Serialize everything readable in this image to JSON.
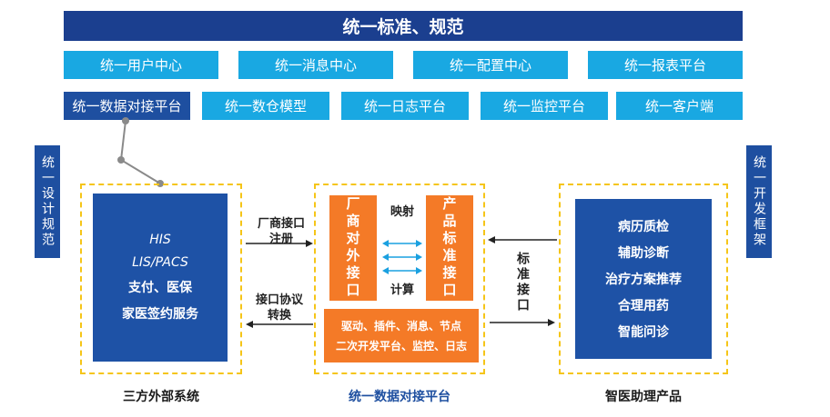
{
  "header": {
    "title": "统一标准、规范"
  },
  "row1": [
    "统一用户中心",
    "统一消息中心",
    "统一配置中心",
    "统一报表平台"
  ],
  "row2": {
    "highlight": "统一数据对接平台",
    "items": [
      "统一数仓模型",
      "统一日志平台",
      "统一监控平台",
      "统一客户端"
    ]
  },
  "side": {
    "left": "统一设计规范",
    "right": "统一开发框架"
  },
  "third_party": {
    "lines": [
      "HIS",
      "LIS/PACS",
      "支付、医保",
      "家医签约服务"
    ],
    "caption": "三方外部系统"
  },
  "arrows": {
    "vendor_register_1": "厂商接口",
    "vendor_register_2": "注册",
    "protocol_convert_1": "接口协议",
    "protocol_convert_2": "转换",
    "standard_interface": "标准接口"
  },
  "platform": {
    "vendor_interface": "厂商对外接口",
    "product_interface": "产品标准接口",
    "mapping": "映射",
    "compute": "计算",
    "bottom_line1": "驱动、插件、消息、节点",
    "bottom_line2": "二次开发平台、监控、日志",
    "caption": "统一数据对接平台"
  },
  "products": {
    "lines": [
      "病历质检",
      "辅助诊断",
      "治疗方案推荐",
      "合理用药",
      "智能问诊"
    ],
    "caption": "智医助理产品"
  },
  "colors": {
    "navy": "#1b3f8f",
    "cyan": "#19a8e2",
    "orange": "#f47a27",
    "dash": "#f5c518"
  }
}
